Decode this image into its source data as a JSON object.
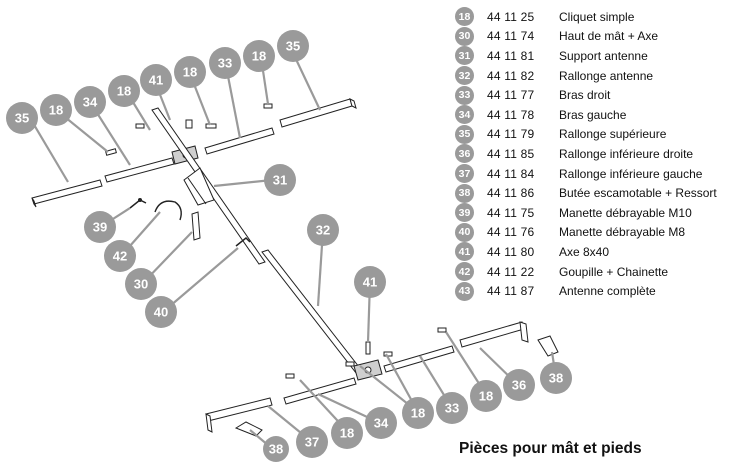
{
  "title": "Pièces pour mât et pieds",
  "legend": [
    {
      "num": "18",
      "code": "44 11 25",
      "label": "Cliquet simple"
    },
    {
      "num": "30",
      "code": "44 11 74",
      "label": "Haut de mât + Axe"
    },
    {
      "num": "31",
      "code": "44 11 81",
      "label": "Support antenne"
    },
    {
      "num": "32",
      "code": "44 11 82",
      "label": "Rallonge antenne"
    },
    {
      "num": "33",
      "code": "44 11 77",
      "label": "Bras droit"
    },
    {
      "num": "34",
      "code": "44 11 78",
      "label": "Bras gauche"
    },
    {
      "num": "35",
      "code": "44 11 79",
      "label": "Rallonge supérieure"
    },
    {
      "num": "36",
      "code": "44 11 85",
      "label": "Rallonge inférieure droite"
    },
    {
      "num": "37",
      "code": "44 11 84",
      "label": "Rallonge inférieure gauche"
    },
    {
      "num": "38",
      "code": "44 11 86",
      "label": "Butée escamotable + Ressort"
    },
    {
      "num": "39",
      "code": "44 11 75",
      "label": "Manette débrayable M10"
    },
    {
      "num": "40",
      "code": "44 11 76",
      "label": "Manette débrayable M8"
    },
    {
      "num": "41",
      "code": "44 11 80",
      "label": "Axe 8x40"
    },
    {
      "num": "42",
      "code": "44 11 22",
      "label": "Goupille + Chainette"
    },
    {
      "num": "43",
      "code": "44 11 87",
      "label": "Antenne complète"
    }
  ],
  "callouts": [
    "35",
    "18",
    "34",
    "18",
    "41",
    "18",
    "33",
    "18",
    "35",
    "31",
    "39",
    "42",
    "30",
    "40",
    "32",
    "41",
    "18",
    "36",
    "38",
    "33",
    "18",
    "34",
    "18",
    "37",
    "38"
  ],
  "colors": {
    "badge": "#9a9a9a",
    "lines": "#222222",
    "text": "#111111"
  }
}
